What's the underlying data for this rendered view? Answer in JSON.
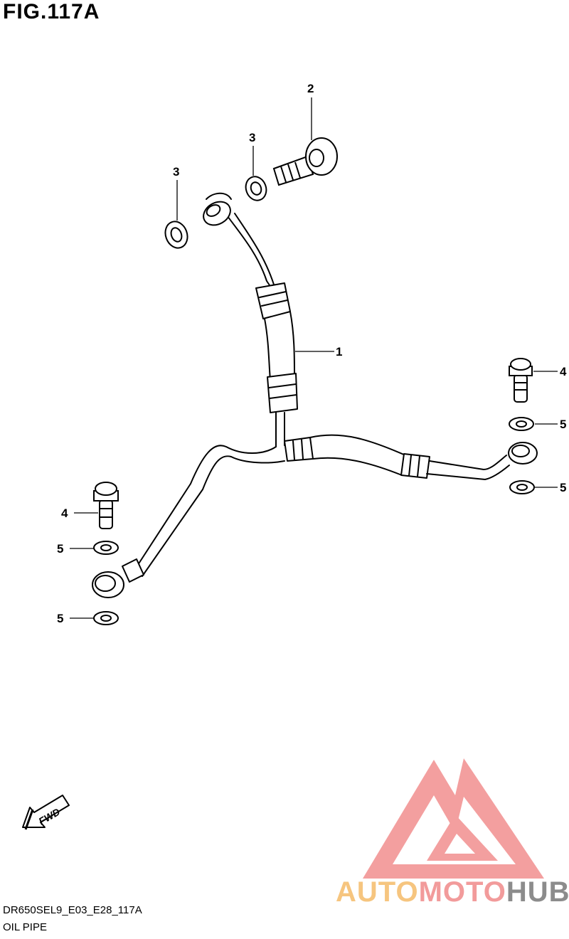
{
  "figure": {
    "title": "FIG.117A",
    "diagram_code": "DR650SEL9_E03_E28_117A",
    "part_name": "OIL PIPE",
    "fwd_label": "FWD"
  },
  "callouts": [
    "1",
    "2",
    "3",
    "3",
    "4",
    "4",
    "5",
    "5",
    "5",
    "5"
  ],
  "watermark": {
    "part1": "AUTO",
    "part2": "MOTO",
    "part3": "HUB",
    "colors": {
      "auto": "#f6c57f",
      "moto": "#f29b9b",
      "hub": "#8c8c8c",
      "logo": "#f08080"
    }
  }
}
